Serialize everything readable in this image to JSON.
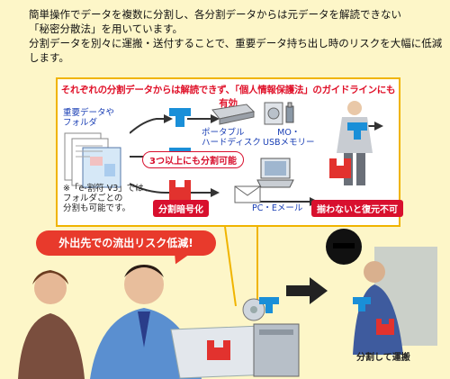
{
  "intro": {
    "line1": "簡単操作でデータを複数に分割し、各分割データからは元データを解読できない",
    "line2": "「秘密分散法」を用いています。",
    "line3": "分割データを別々に運搬・送付することで、重要データ持ち出し時のリスクを大幅に低減",
    "line4": "します。"
  },
  "diagram": {
    "title": "それぞれの分割データからは解読できず、「個人情報保護法」のガイドラインにも有効",
    "source_label": "重要データや\nフォルダ",
    "portable_hdd": "ポータブル\nハードディスク",
    "mo_usb": "MO・\nUSBメモリー",
    "split_3plus": "3つ以上にも分割可能",
    "note": "※「e-割符 V3」では、\nフォルダごとの\n分割も可能です。",
    "split_encrypt": "分割暗号化",
    "pc_email": "PC・Eメール",
    "unrecoverable": "揃わないと復元不可"
  },
  "bubble": {
    "text": "外出先での流出リスク低減!"
  },
  "caption": {
    "text": "分割して運搬"
  },
  "colors": {
    "bg": "#fdf6c8",
    "red": "#d8102e",
    "blue": "#1a3fb5",
    "frame": "#f0b400"
  }
}
